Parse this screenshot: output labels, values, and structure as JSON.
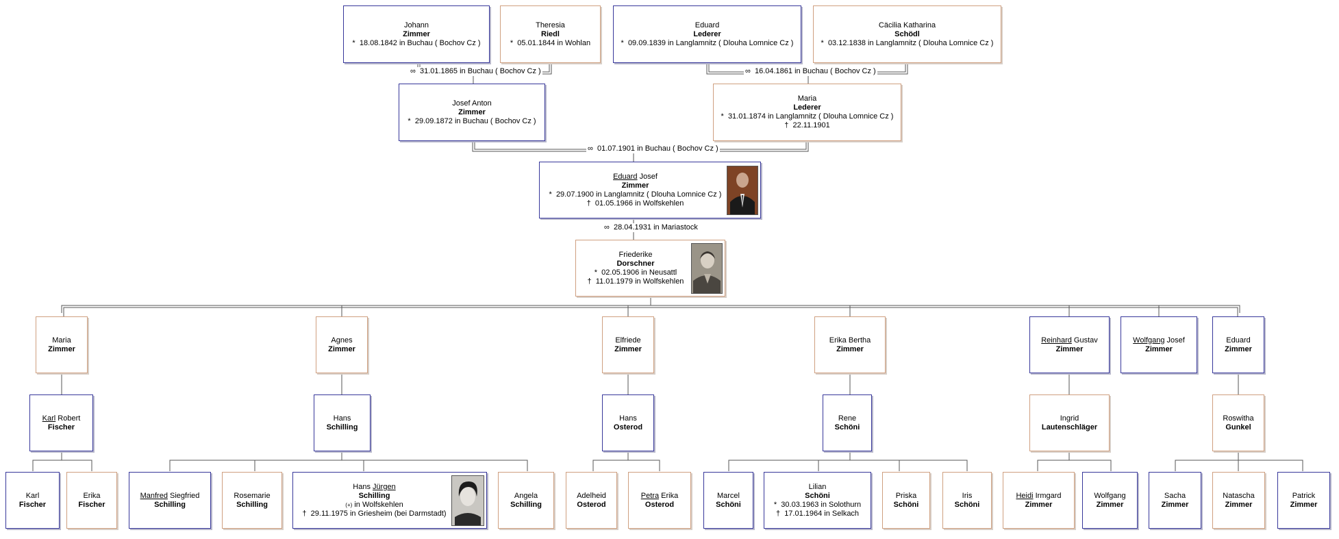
{
  "symbols": {
    "born": "*",
    "died": "†",
    "married": "∞",
    "buried": "(+)"
  },
  "people": {
    "johann": {
      "given": "Johann",
      "surname": "Zimmer",
      "born": "18.08.1842 in Buchau ( Bochov Cz )"
    },
    "theresia": {
      "given": "Theresia",
      "surname": "Riedl",
      "born": "05.01.1844 in Wohlan"
    },
    "eduard_l": {
      "given": "Eduard",
      "surname": "Lederer",
      "born": "09.09.1839 in Langlamnitz ( Dlouha Lomnice Cz )"
    },
    "caecilia": {
      "given": "Cäcilia Katharina",
      "surname": "Schödl",
      "born": "03.12.1838 in Langlamnitz ( Dlouha Lomnice Cz )"
    },
    "josef_anton": {
      "given": "Josef Anton",
      "surname": "Zimmer",
      "born": "29.09.1872 in Buchau ( Bochov Cz )"
    },
    "maria_l": {
      "given": "Maria",
      "surname": "Lederer",
      "born": "31.01.1874 in Langlamnitz ( Dlouha Lomnice Cz )",
      "died": "22.11.1901"
    },
    "eduard_josef": {
      "given_u": "Eduard",
      "given_rest": " Josef",
      "surname": "Zimmer",
      "born": "29.07.1900 in Langlamnitz ( Dlouha Lomnice Cz )",
      "died": "01.05.1966 in Wolfskehlen"
    },
    "friederike": {
      "given": "Friederike",
      "surname": "Dorschner",
      "born": "02.05.1906 in Neusattl",
      "died": "11.01.1979 in Wolfskehlen"
    },
    "maria_z": {
      "given": "Maria",
      "surname": "Zimmer"
    },
    "agnes": {
      "given": "Agnes",
      "surname": "Zimmer"
    },
    "elfriede": {
      "given": "Elfriede",
      "surname": "Zimmer"
    },
    "erika_bertha": {
      "given": "Erika Bertha",
      "surname": "Zimmer"
    },
    "reinhard": {
      "given_u": "Reinhard",
      "given_rest": " Gustav",
      "surname": "Zimmer"
    },
    "wolfgang_j": {
      "given_u": "Wolfgang",
      "given_rest": " Josef",
      "surname": "Zimmer"
    },
    "eduard_z": {
      "given": "Eduard",
      "surname": "Zimmer"
    },
    "karl_robert": {
      "given_u": "Karl",
      "given_rest": " Robert",
      "surname": "Fischer"
    },
    "hans_schilling": {
      "given": "Hans",
      "surname": "Schilling"
    },
    "hans_osterod": {
      "given": "Hans",
      "surname": "Osterod"
    },
    "rene": {
      "given": "Rene",
      "surname": "Schöni"
    },
    "ingrid": {
      "given": "Ingrid",
      "surname": "Lautenschläger"
    },
    "roswitha": {
      "given": "Roswitha",
      "surname": "Gunkel"
    },
    "karl_f": {
      "given": "Karl",
      "surname": "Fischer"
    },
    "erika_f": {
      "given": "Erika",
      "surname": "Fischer"
    },
    "manfred": {
      "given_u": "Manfred",
      "given_rest": " Siegfried",
      "surname": "Schilling"
    },
    "rosemarie": {
      "given": "Rosemarie",
      "surname": "Schilling"
    },
    "hans_juergen": {
      "given_pre": "Hans ",
      "given_u": "Jürgen",
      "surname": "Schilling",
      "buried": "in Wolfskehlen",
      "died": "29.11.1975 in Griesheim (bei Darmstadt)"
    },
    "angela": {
      "given": "Angela",
      "surname": "Schilling"
    },
    "adelheid": {
      "given": "Adelheid",
      "surname": "Osterod"
    },
    "petra": {
      "given_u": "Petra",
      "given_rest": " Erika",
      "surname": "Osterod"
    },
    "marcel": {
      "given": "Marcel",
      "surname": "Schöni"
    },
    "lilian": {
      "given": "Lilian",
      "surname": "Schöni",
      "born": "30.03.1963 in Solothurn",
      "died": "17.01.1964 in Selkach"
    },
    "priska": {
      "given": "Priska",
      "surname": "Schöni"
    },
    "iris": {
      "given": "Iris",
      "surname": "Schöni"
    },
    "heidi": {
      "given_u": "Heidi",
      "given_rest": " Irmgard",
      "surname": "Zimmer"
    },
    "wolfgang_z": {
      "given": "Wolfgang",
      "surname": "Zimmer"
    },
    "sacha": {
      "given": "Sacha",
      "surname": "Zimmer"
    },
    "natascha": {
      "given": "Natascha",
      "surname": "Zimmer"
    },
    "patrick": {
      "given": "Patrick",
      "surname": "Zimmer"
    }
  },
  "marriages": {
    "johann_theresia": "31.01.1865 in Buchau ( Bochov Cz )",
    "eduard_caecilia": "16.04.1861 in Buchau ( Bochov Cz )",
    "josef_maria": "01.07.1901 in Buchau ( Bochov Cz )",
    "eduard_friederike": "28.04.1931 in Mariastock"
  },
  "colors": {
    "male_border": "#36369a",
    "female_border": "#cf9f7f",
    "line": "#555555"
  }
}
